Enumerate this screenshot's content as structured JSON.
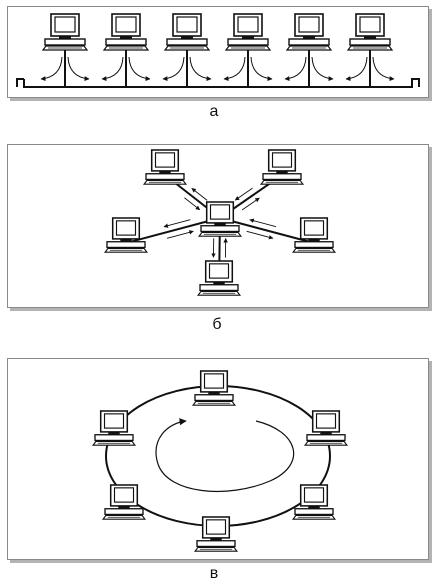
{
  "figure": {
    "captions": {
      "bus": "а",
      "star": "б",
      "ring": "в"
    },
    "colors": {
      "line": "#111111",
      "panel_border": "#8a8a8a",
      "shadow": "#b3b3b3",
      "background": "#ffffff"
    },
    "bus": {
      "topology": "bus",
      "computer_count": 6
    },
    "star": {
      "topology": "star",
      "computer_count": 6,
      "hub_index": 0
    },
    "ring": {
      "topology": "ring",
      "computer_count": 6,
      "flow_direction": "clockwise"
    }
  }
}
